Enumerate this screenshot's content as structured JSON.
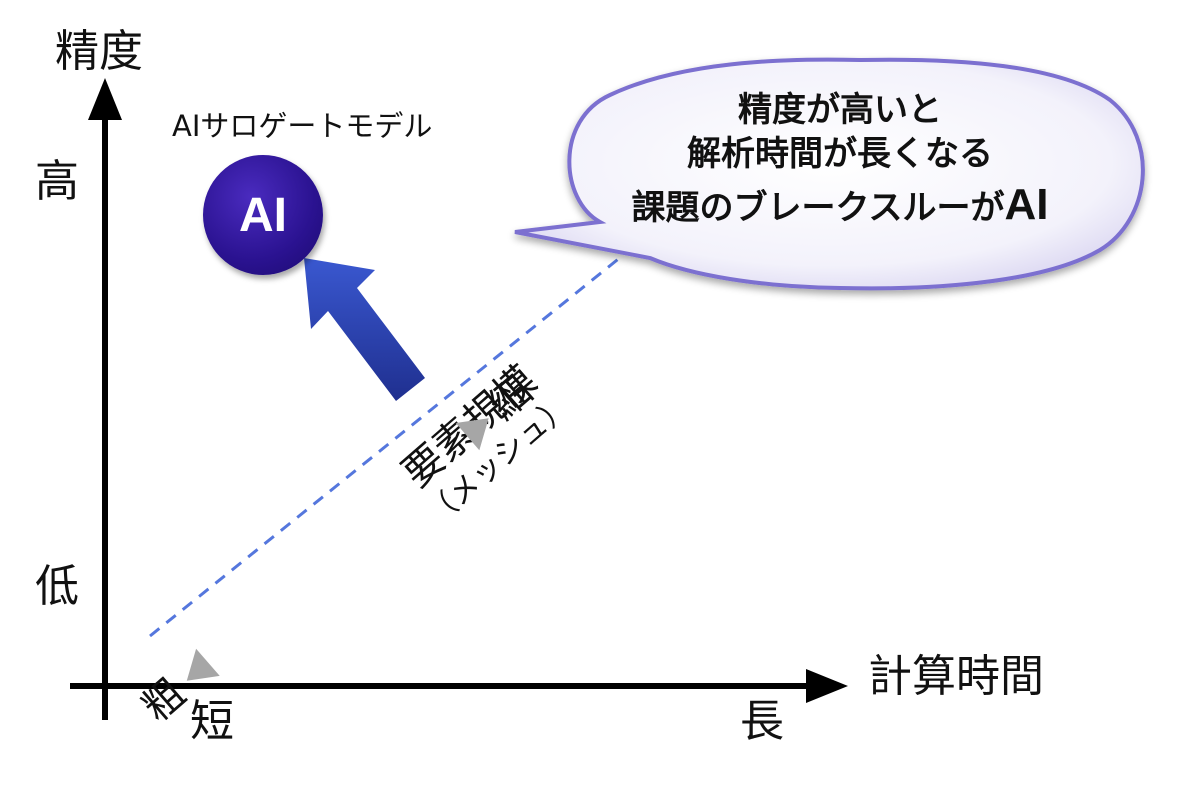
{
  "axes": {
    "y_title": "精度",
    "y_high": "高",
    "y_low": "低",
    "x_title": "計算時間",
    "x_short": "短",
    "x_long": "長"
  },
  "ai_model": {
    "label": "AIサロゲートモデル",
    "badge_text": "AI",
    "badge_color": "#2a1290"
  },
  "callout": {
    "line1": "精度が高いと",
    "line2": "解析時間が長くなる",
    "line3_prefix": "課題のブレークスルーが",
    "line3_emphasis": "AI",
    "border_color": "#7b6fd0"
  },
  "mesh": {
    "title": "要素規模",
    "subtitle": "（メッシュ）",
    "coarse": "粗",
    "fine": "細"
  },
  "colors": {
    "trend_line": "#5577dd",
    "arrow": "#2a3fa8",
    "axis": "#000000"
  }
}
